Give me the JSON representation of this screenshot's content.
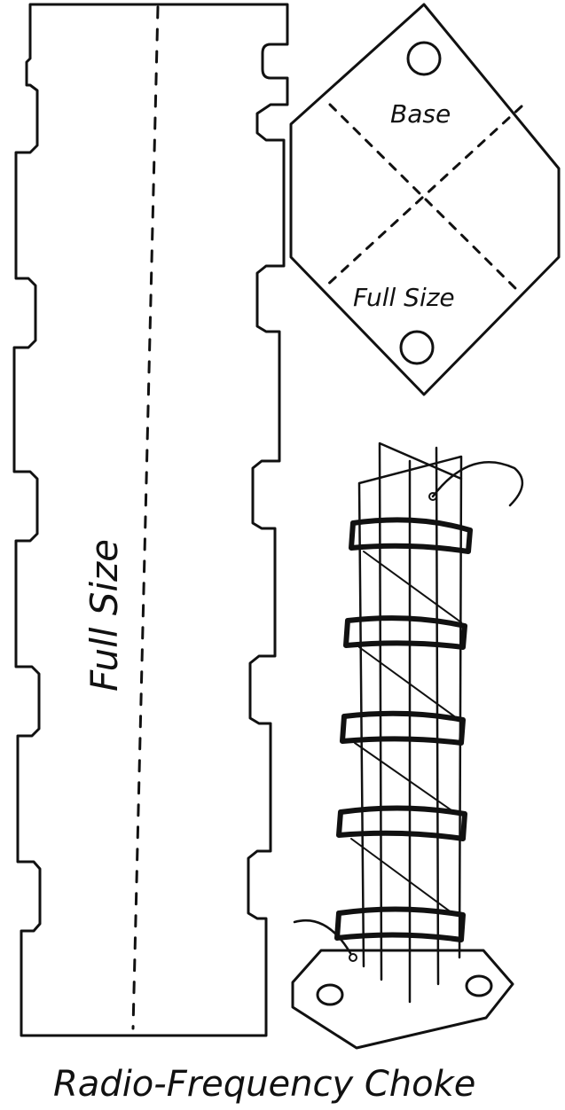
{
  "template_strip": {
    "label": "Full Size"
  },
  "base_template": {
    "title": "Base",
    "label": "Full Size"
  },
  "caption": "Radio-Frequency Choke"
}
